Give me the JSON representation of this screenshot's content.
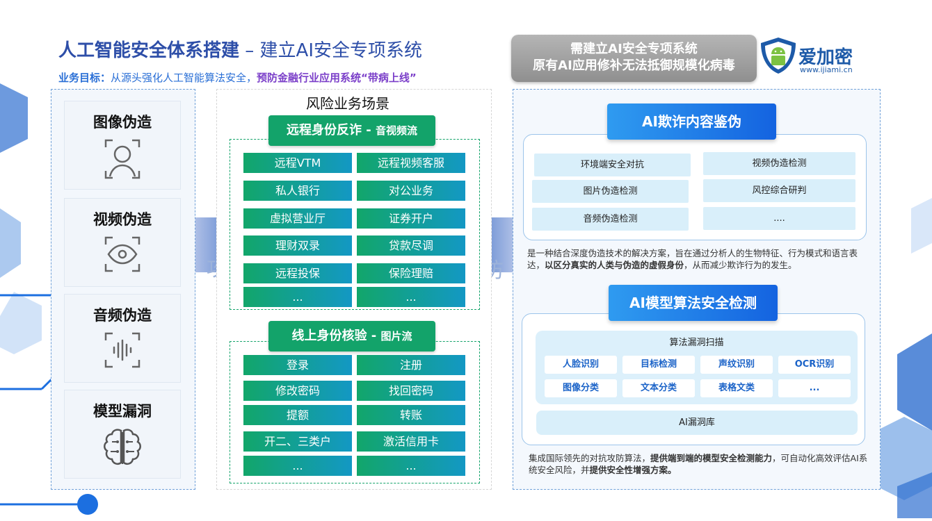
{
  "header": {
    "title_main": "人工智能安全体系搭建",
    "title_sep": " – ",
    "title_sub": "建立AI安全专项系统",
    "goal_label": "业务目标：",
    "goal_text": "从源头强化人工智能算法安全，",
    "goal_emphasis": "预防金融行业应用系统“带病上线”"
  },
  "threats": [
    {
      "label": "图像伪造",
      "icon": "face-scan-icon"
    },
    {
      "label": "视频伪造",
      "icon": "eye-scan-icon"
    },
    {
      "label": "音频伪造",
      "icon": "audio-wave-icon"
    },
    {
      "label": "模型漏洞",
      "icon": "brain-circuit-icon"
    }
  ],
  "scenarios": {
    "title": "风险业务场景",
    "section1": {
      "head": "远程身份反诈 - ",
      "head_small": "音视频流",
      "items": [
        "远程VTM",
        "远程视频客服",
        "私人银行",
        "对公业务",
        "虚拟营业厅",
        "证券开户",
        "理财双录",
        "贷款尽调",
        "远程投保",
        "保险理赔",
        "...",
        "..."
      ]
    },
    "section2": {
      "head": "线上身份核验 - ",
      "head_small": "图片流",
      "items": [
        "登录",
        "注册",
        "修改密码",
        "找回密码",
        "提额",
        "转账",
        "开二、三类户",
        "激活信用卡",
        "...",
        "..."
      ]
    },
    "attack_char": "攻",
    "defend_char": "防"
  },
  "banner": {
    "line1": "需建立AI安全专项系统",
    "line2": "原有AI应用修补无法抵御规模化病毒"
  },
  "logo": {
    "name": "爱加密",
    "url": "www.ijiami.cn"
  },
  "right": {
    "box1": {
      "head": "AI欺诈内容鉴伪",
      "items": [
        "环境端安全对抗",
        "视频伪造检测",
        "图片伪造检测",
        "风控综合研判",
        "音频伪造检测",
        "...."
      ],
      "desc_a": "是一种结合深度伪造技术的解决方案，旨在通过分析人的生物特征、行为模式和语言表达，",
      "desc_b": "以区分真实的人类与伪造的虚假身份",
      "desc_c": "，从而减少欺诈行为的发生。"
    },
    "box2": {
      "head": "AI模型算法安全检测",
      "scan_title": "算法漏洞扫描",
      "tags": [
        "人脸识别",
        "目标检测",
        "声纹识别",
        "OCR识别",
        "图像分类",
        "文本分类",
        "表格文类",
        "..."
      ],
      "library": "AI漏洞库",
      "desc_a": "集成国际领先的对抗攻防算法，",
      "desc_b": "提供端到端的模型安全检测能力",
      "desc_c": "，可自动化高效评估AI系统安全风险，并",
      "desc_d": "提供安全性增强方案。"
    }
  },
  "colors": {
    "title_blue": "#2d4ea8",
    "green": "#13a36a",
    "teal": "#1398c4",
    "right_blue": "#1463e0"
  }
}
